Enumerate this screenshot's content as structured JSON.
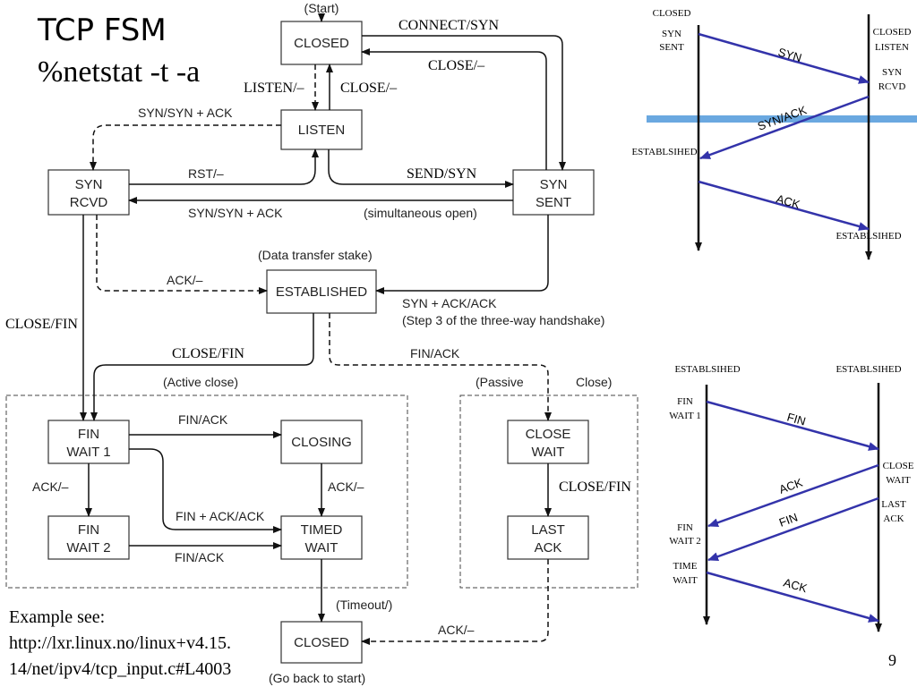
{
  "title": "TCP FSM",
  "subtitle": "%netstat -t -a",
  "example": {
    "line1": "Example see:",
    "line2": "http://lxr.linux.no/linux+v4.15.",
    "line3": "14/net/ipv4/tcp_input.c#L4003"
  },
  "page_number": "9",
  "fsm": {
    "start_label": "(Start)",
    "states": {
      "closed_top": "CLOSED",
      "listen": "LISTEN",
      "syn_rcvd_1": "SYN",
      "syn_rcvd_2": "RCVD",
      "syn_sent_1": "SYN",
      "syn_sent_2": "SENT",
      "established": "ESTABLISHED",
      "fin_wait1_1": "FIN",
      "fin_wait1_2": "WAIT 1",
      "closing": "CLOSING",
      "fin_wait2_1": "FIN",
      "fin_wait2_2": "WAIT 2",
      "timed_wait_1": "TIMED",
      "timed_wait_2": "WAIT",
      "close_wait_1": "CLOSE",
      "close_wait_2": "WAIT",
      "last_ack_1": "LAST",
      "last_ack_2": "ACK",
      "closed_bottom": "CLOSED"
    },
    "transitions": {
      "connect_bold": "CONNECT",
      "connect_rest": "/SYN",
      "close_top_bold": "CLOSE",
      "close_top_rest": "/–",
      "listen_bold": "LISTEN",
      "listen_rest": "/–",
      "close_mid_bold": "CLOSE",
      "close_mid_rest": "/–",
      "syn_synack": "SYN/SYN + ACK",
      "rst": "RST/–",
      "send_bold": "SEND",
      "send_rest": "/SYN",
      "syn_synack_2": "SYN/SYN + ACK",
      "simultaneous": "(simultaneous open)",
      "data_transfer": "(Data transfer stake)",
      "ack_dash": "ACK/–",
      "synack_ack": "SYN + ACK/ACK",
      "step3": "(Step 3 of the three-way handshake)",
      "close_fin_left_bold": "CLOSE",
      "close_fin_left_rest": "/FIN",
      "close_fin_mid_bold": "CLOSE",
      "close_fin_mid_rest": "/FIN",
      "fin_ack_passive": "FIN/ACK",
      "active_close": "(Active close)",
      "passive": "(Passive",
      "close_paren": "Close)",
      "fin_ack_1": "FIN/ACK",
      "ack_dash_2": "ACK/–",
      "ack_dash_3": "ACK/–",
      "fin_ack_ack": "FIN + ACK/ACK",
      "fin_ack_2": "FIN/ACK",
      "close_fin_right_bold": "CLOSE",
      "close_fin_right_rest": "/FIN",
      "timeout": "(Timeout/)",
      "ack_dash_4": "ACK/–",
      "go_back": "(Go back to start)"
    }
  },
  "handshake": {
    "client_states": [
      "CLOSED",
      "SYN",
      "SENT",
      "ESTABLSIHED"
    ],
    "server_states": [
      "CLOSED",
      "LISTEN",
      "SYN",
      "RCVD",
      "ESTABLSIHED"
    ],
    "messages": [
      "SYN",
      "SYN/ACK",
      "ACK"
    ],
    "accent_color": "#3333aa",
    "band_color": "#6aa8e0"
  },
  "teardown": {
    "left_states": [
      "ESTABLSIHED",
      "FIN",
      "WAIT 1",
      "FIN",
      "WAIT 2",
      "TIME",
      "WAIT"
    ],
    "right_states": [
      "ESTABLSIHED",
      "CLOSE",
      "WAIT",
      "LAST",
      "ACK"
    ],
    "messages": [
      "FIN",
      "ACK",
      "FIN",
      "ACK"
    ]
  }
}
